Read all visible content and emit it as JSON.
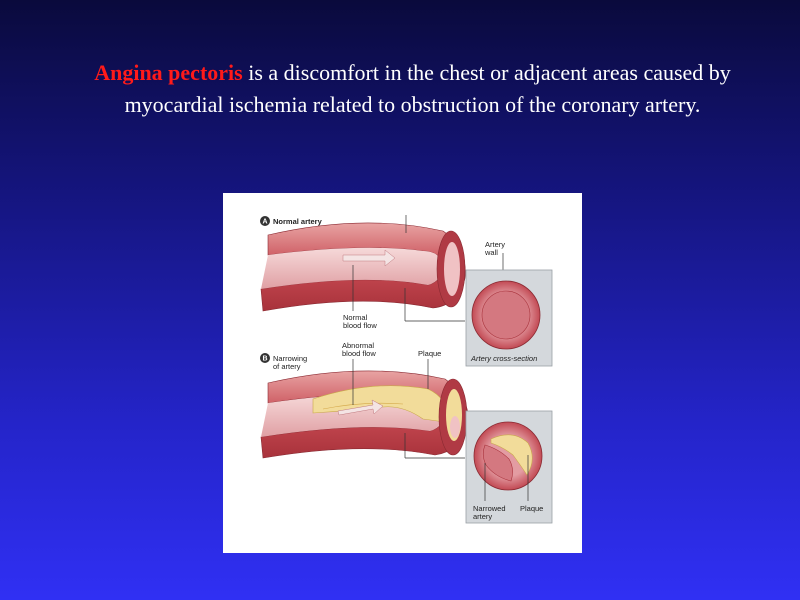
{
  "heading": {
    "term": "Angina pectoris",
    "rest": " is a discomfort in the chest or adjacent areas caused by myocardial ischemia related to obstruction of the coronary artery."
  },
  "figure": {
    "panel_a": {
      "marker": "A",
      "title": "Normal artery",
      "wall_label_1": "Artery",
      "wall_label_2": "wall",
      "flow_label_1": "Normal",
      "flow_label_2": "blood flow",
      "cross_section_label": "Artery cross-section"
    },
    "panel_b": {
      "marker": "B",
      "title_1": "Narrowing",
      "title_2": "of artery",
      "flow_label_1": "Abnormal",
      "flow_label_2": "blood flow",
      "plaque_label": "Plaque",
      "narrowed_label_1": "Narrowed",
      "narrowed_label_2": "artery",
      "plaque_label_2": "Plaque"
    }
  },
  "colors": {
    "background_top": "#0a0a3c",
    "background_bottom": "#3030f4",
    "term_red": "#ff1a1a",
    "artery_red": "#c74a52",
    "plaque_yellow": "#f2dc9a"
  }
}
